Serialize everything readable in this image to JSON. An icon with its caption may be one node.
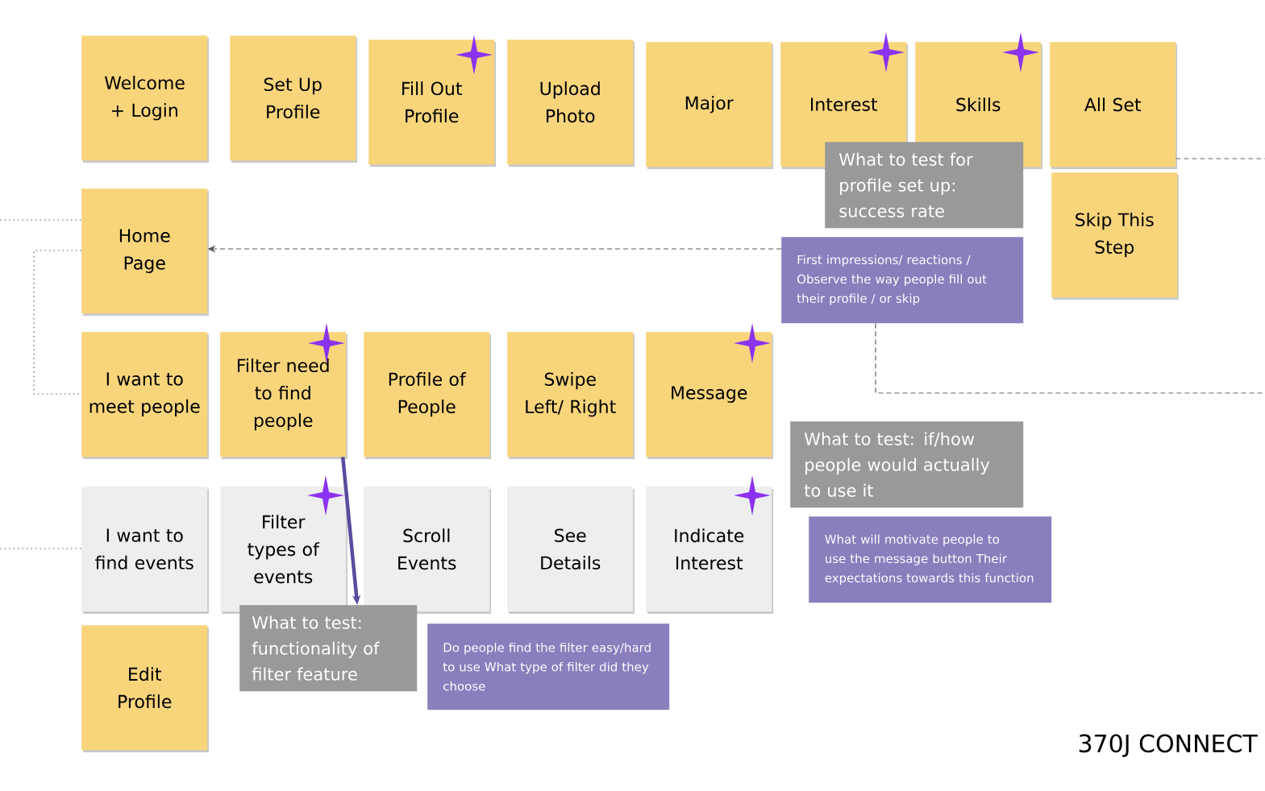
{
  "diagram": {
    "nodes": [
      {
        "text": [
          "Welcome + Login"
        ]
      },
      {
        "text": [
          "Set Up Profile"
        ]
      },
      {
        "text": [
          "Fill Out Profile"
        ]
      },
      {
        "text": [
          "Upload Photo"
        ]
      },
      {
        "text": [
          "Major"
        ]
      },
      {
        "text": [
          "Interest"
        ]
      },
      {
        "text": [
          "Skills"
        ]
      },
      {
        "text": [
          "All Set"
        ]
      },
      {
        "text": [
          "What to test for profile set up: success rate"
        ]
      },
      {
        "text": [
          "Skip This Step"
        ]
      },
      {
        "text": [
          "Home Page"
        ]
      },
      {
        "text": [
          "First impressions/ reactions / Observe the way people fill out their profile / or skip"
        ]
      },
      {
        "text": [
          "I want to meet people"
        ]
      },
      {
        "text": [
          "Filter need to find people"
        ]
      },
      {
        "text": [
          "Profile of People"
        ]
      },
      {
        "text": [
          "Swipe Left/ Right"
        ]
      },
      {
        "text": [
          "Message"
        ]
      },
      {
        "text": [
          "What to test: if/how people would actually to use it"
        ]
      },
      {
        "text": [
          "What will motivate people to use the message button Their expectations towards this function"
        ]
      },
      {
        "text": [
          "I want to find events"
        ]
      },
      {
        "text": [
          "Filter types of events"
        ]
      },
      {
        "text": [
          "Scroll Events"
        ]
      },
      {
        "text": [
          "See Details"
        ]
      },
      {
        "text": [
          "Indicate Interest"
        ]
      },
      {
        "text": [
          "Edit Profile"
        ]
      },
      {
        "text": [
          "What to test: functionality of filter feature"
        ]
      },
      {
        "text": [
          "Do people find the filter easy/hard to use What type of filter did they choose"
        ]
      }
    ],
    "edges": [
      {
        "from": 11,
        "to": 10,
        "arrow": "to",
        "style": "dashed"
      },
      {
        "from": 11,
        "to": null,
        "arrow": "none",
        "style": "dashed"
      },
      {
        "from": 7,
        "to": null,
        "arrow": "none",
        "style": "dashed"
      },
      {
        "from": null,
        "to": 10,
        "arrow": "none",
        "style": "dashed"
      },
      {
        "from": 10,
        "to": 12,
        "arrow": "none",
        "style": "dashed"
      },
      {
        "from": null,
        "to": 19,
        "arrow": "none",
        "style": "dashed"
      },
      {
        "from": 13,
        "to": 25,
        "arrow": "to",
        "style": "thick",
        "color": "#5b4a9e"
      }
    ],
    "labels": [
      "370J CONNECT"
    ]
  }
}
